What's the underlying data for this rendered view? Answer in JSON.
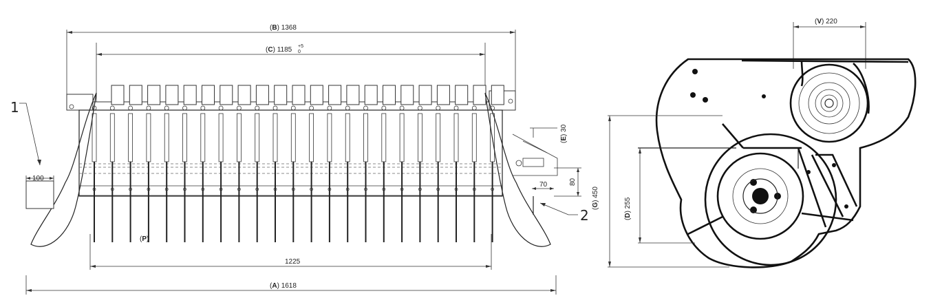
{
  "front_view": {
    "dim_A": {
      "letter": "A",
      "value": "1618"
    },
    "dim_B": {
      "letter": "B",
      "value": "1368"
    },
    "dim_C": {
      "letter": "C",
      "value": "1185",
      "tol_upper": "+5",
      "tol_lower": "0"
    },
    "dim_E": {
      "letter": "E",
      "value": "30"
    },
    "dim_P": {
      "letter": "P"
    },
    "dim_1225": "1225",
    "dim_100": "100",
    "dim_80": "80",
    "dim_70": "70",
    "callout_1": "1",
    "callout_2": "2"
  },
  "side_view": {
    "dim_V": {
      "letter": "V",
      "value": "220"
    },
    "dim_G": {
      "letter": "G",
      "value": "450"
    },
    "dim_D": {
      "letter": "D",
      "value": "255"
    }
  }
}
